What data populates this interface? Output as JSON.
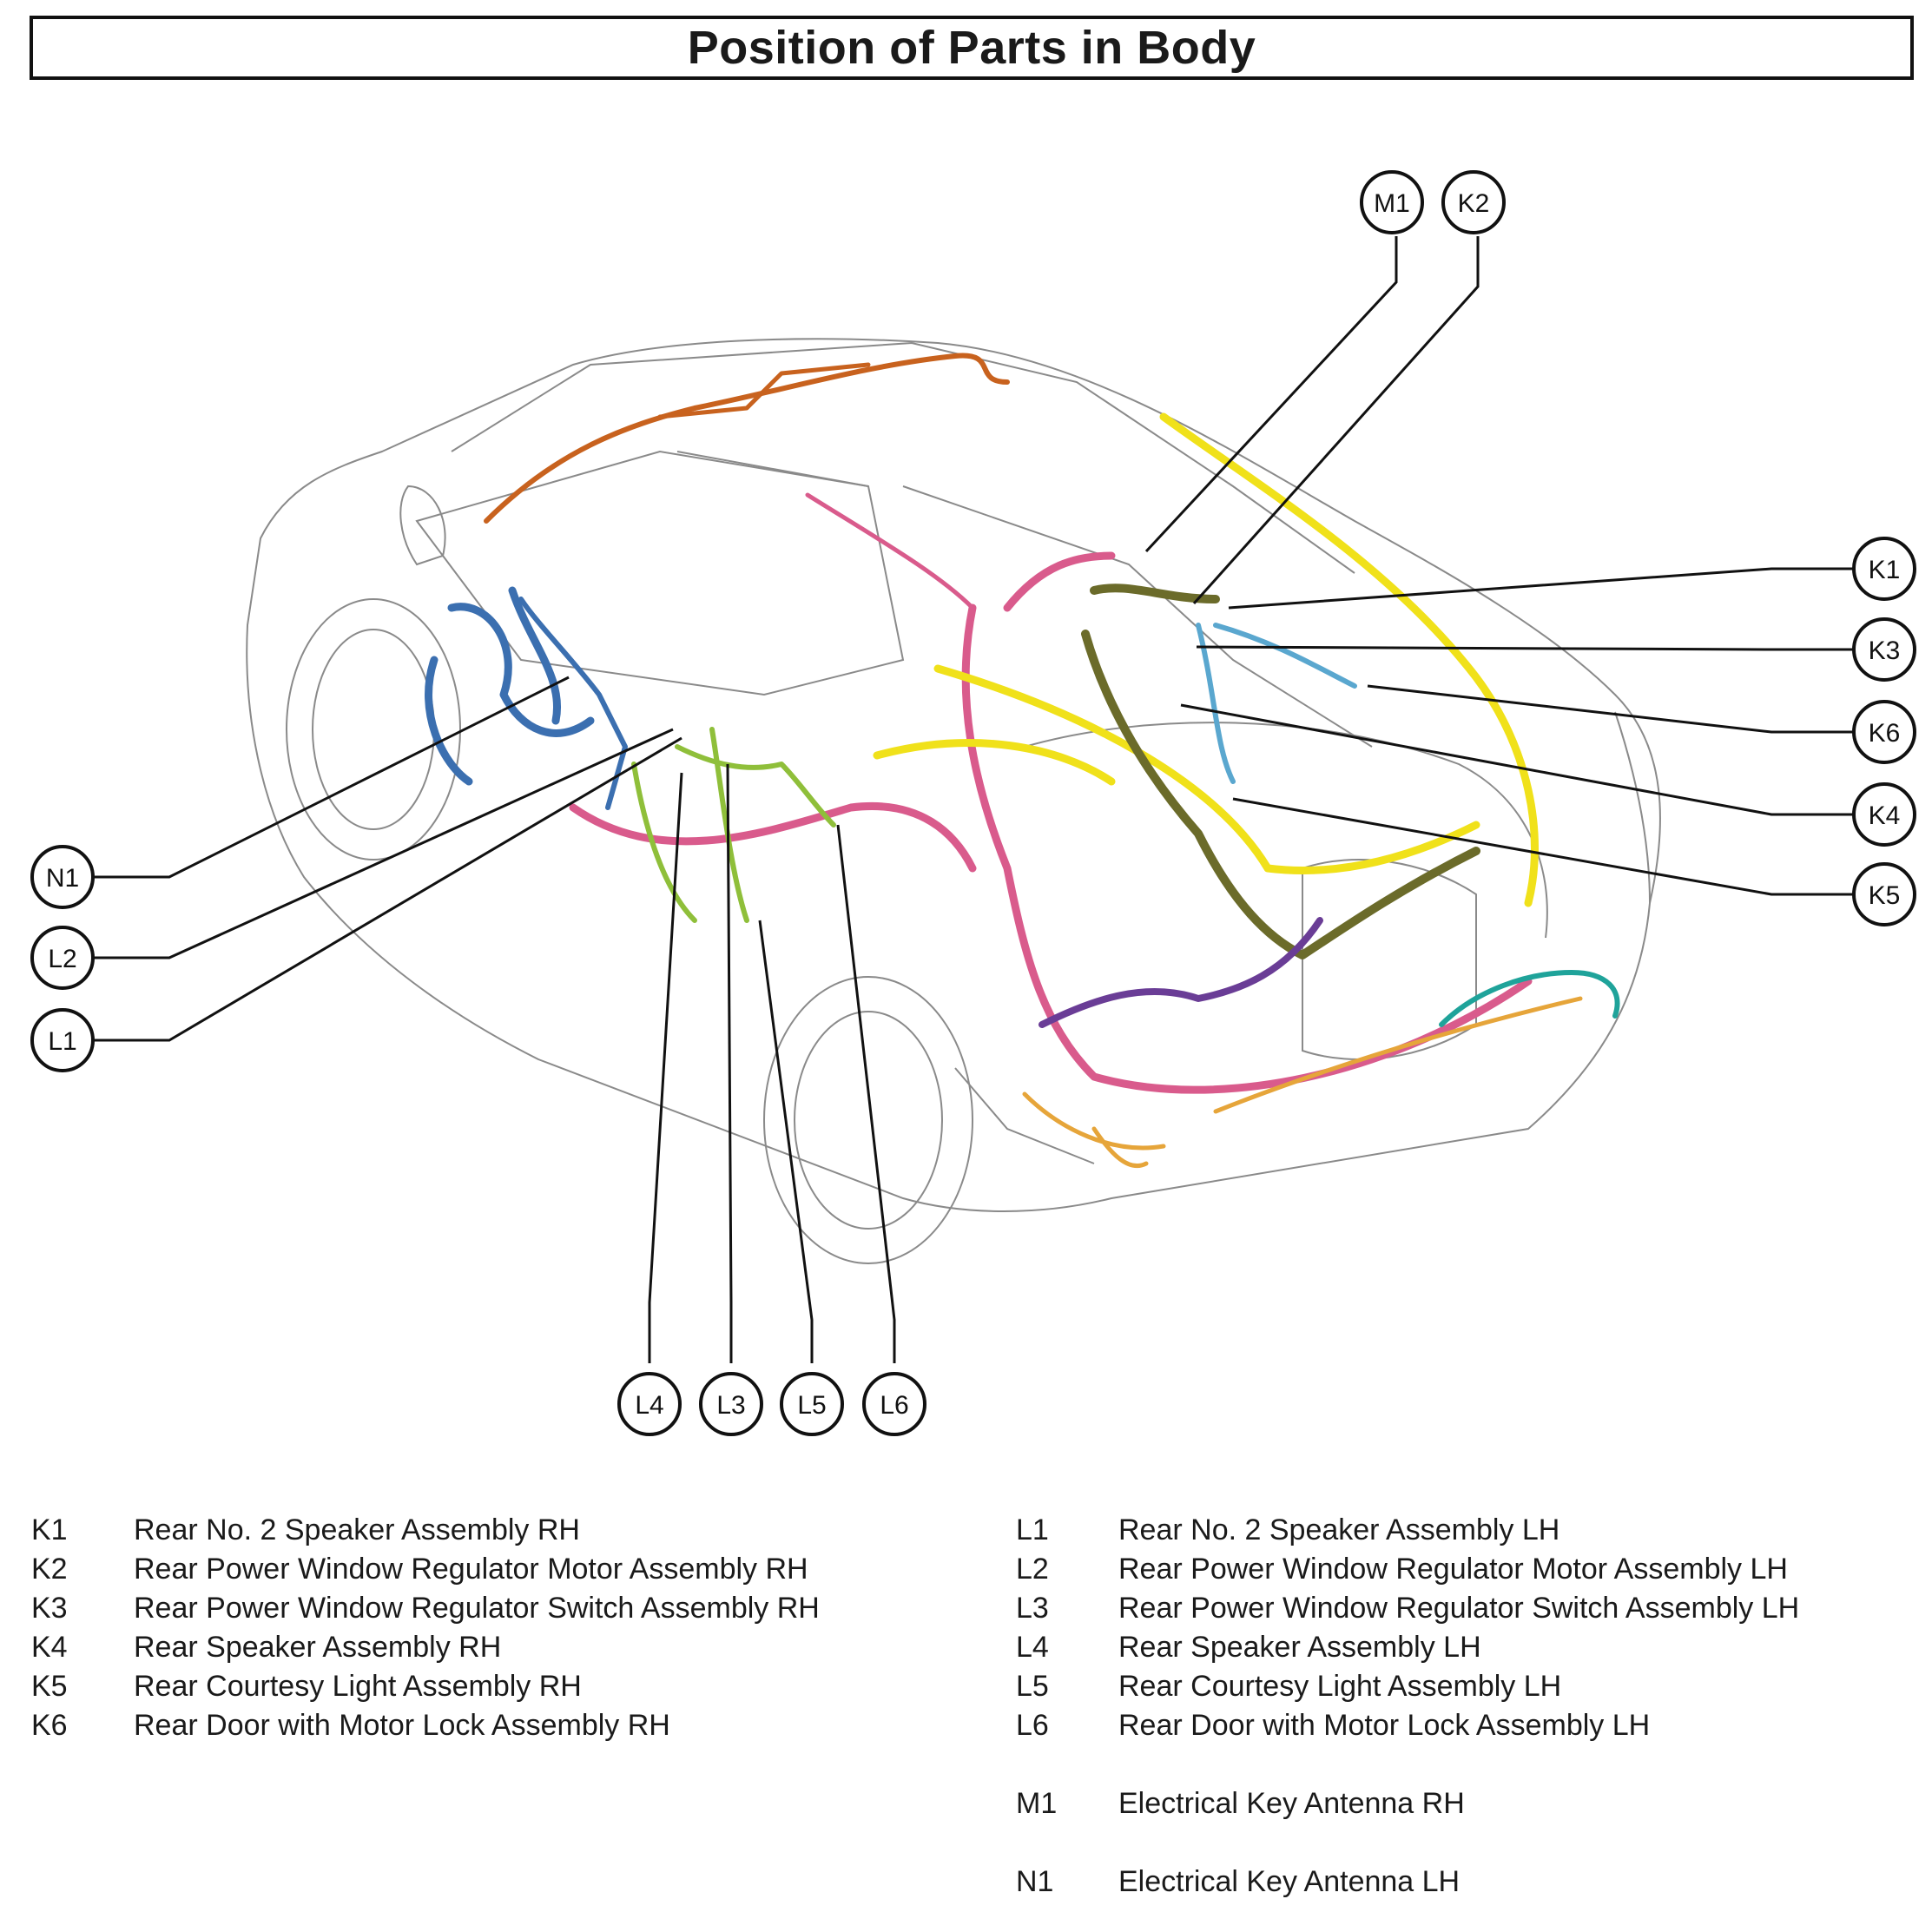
{
  "title": "Position of Parts in Body",
  "callouts": {
    "M1": "M1",
    "K2": "K2",
    "K1": "K1",
    "K3": "K3",
    "K6": "K6",
    "K4": "K4",
    "K5": "K5",
    "N1": "N1",
    "L2": "L2",
    "L1": "L1",
    "L4": "L4",
    "L3": "L3",
    "L5": "L5",
    "L6": "L6"
  },
  "legend_left": [
    {
      "code": "K1",
      "name": "Rear No. 2 Speaker Assembly RH"
    },
    {
      "code": "K2",
      "name": "Rear Power Window Regulator Motor Assembly RH"
    },
    {
      "code": "K3",
      "name": "Rear Power Window Regulator Switch Assembly RH"
    },
    {
      "code": "K4",
      "name": "Rear Speaker Assembly RH"
    },
    {
      "code": "K5",
      "name": "Rear Courtesy Light Assembly RH"
    },
    {
      "code": "K6",
      "name": "Rear Door with Motor Lock Assembly RH"
    }
  ],
  "legend_right": [
    {
      "code": "L1",
      "name": "Rear No. 2 Speaker Assembly LH"
    },
    {
      "code": "L2",
      "name": "Rear Power Window Regulator Motor Assembly LH"
    },
    {
      "code": "L3",
      "name": "Rear Power Window Regulator Switch Assembly LH"
    },
    {
      "code": "L4",
      "name": "Rear Speaker Assembly LH"
    },
    {
      "code": "L5",
      "name": "Rear Courtesy Light Assembly LH"
    },
    {
      "code": "L6",
      "name": "Rear Door with Motor Lock Assembly LH"
    }
  ],
  "legend_extra": [
    {
      "code": "M1",
      "name": "Electrical Key Antenna RH"
    },
    {
      "code": "N1",
      "name": "Electrical Key Antenna LH"
    }
  ],
  "harness_colors": {
    "blue": "#3b6fb0",
    "orange": "#c8621e",
    "pink": "#d95b8c",
    "yellow": "#f0e11a",
    "olive": "#6b6b2a",
    "lime": "#8fbf3a",
    "cyan": "#5aa7cf",
    "purple": "#6a3d96",
    "teal": "#1fa39a",
    "amber": "#e6a53a"
  }
}
